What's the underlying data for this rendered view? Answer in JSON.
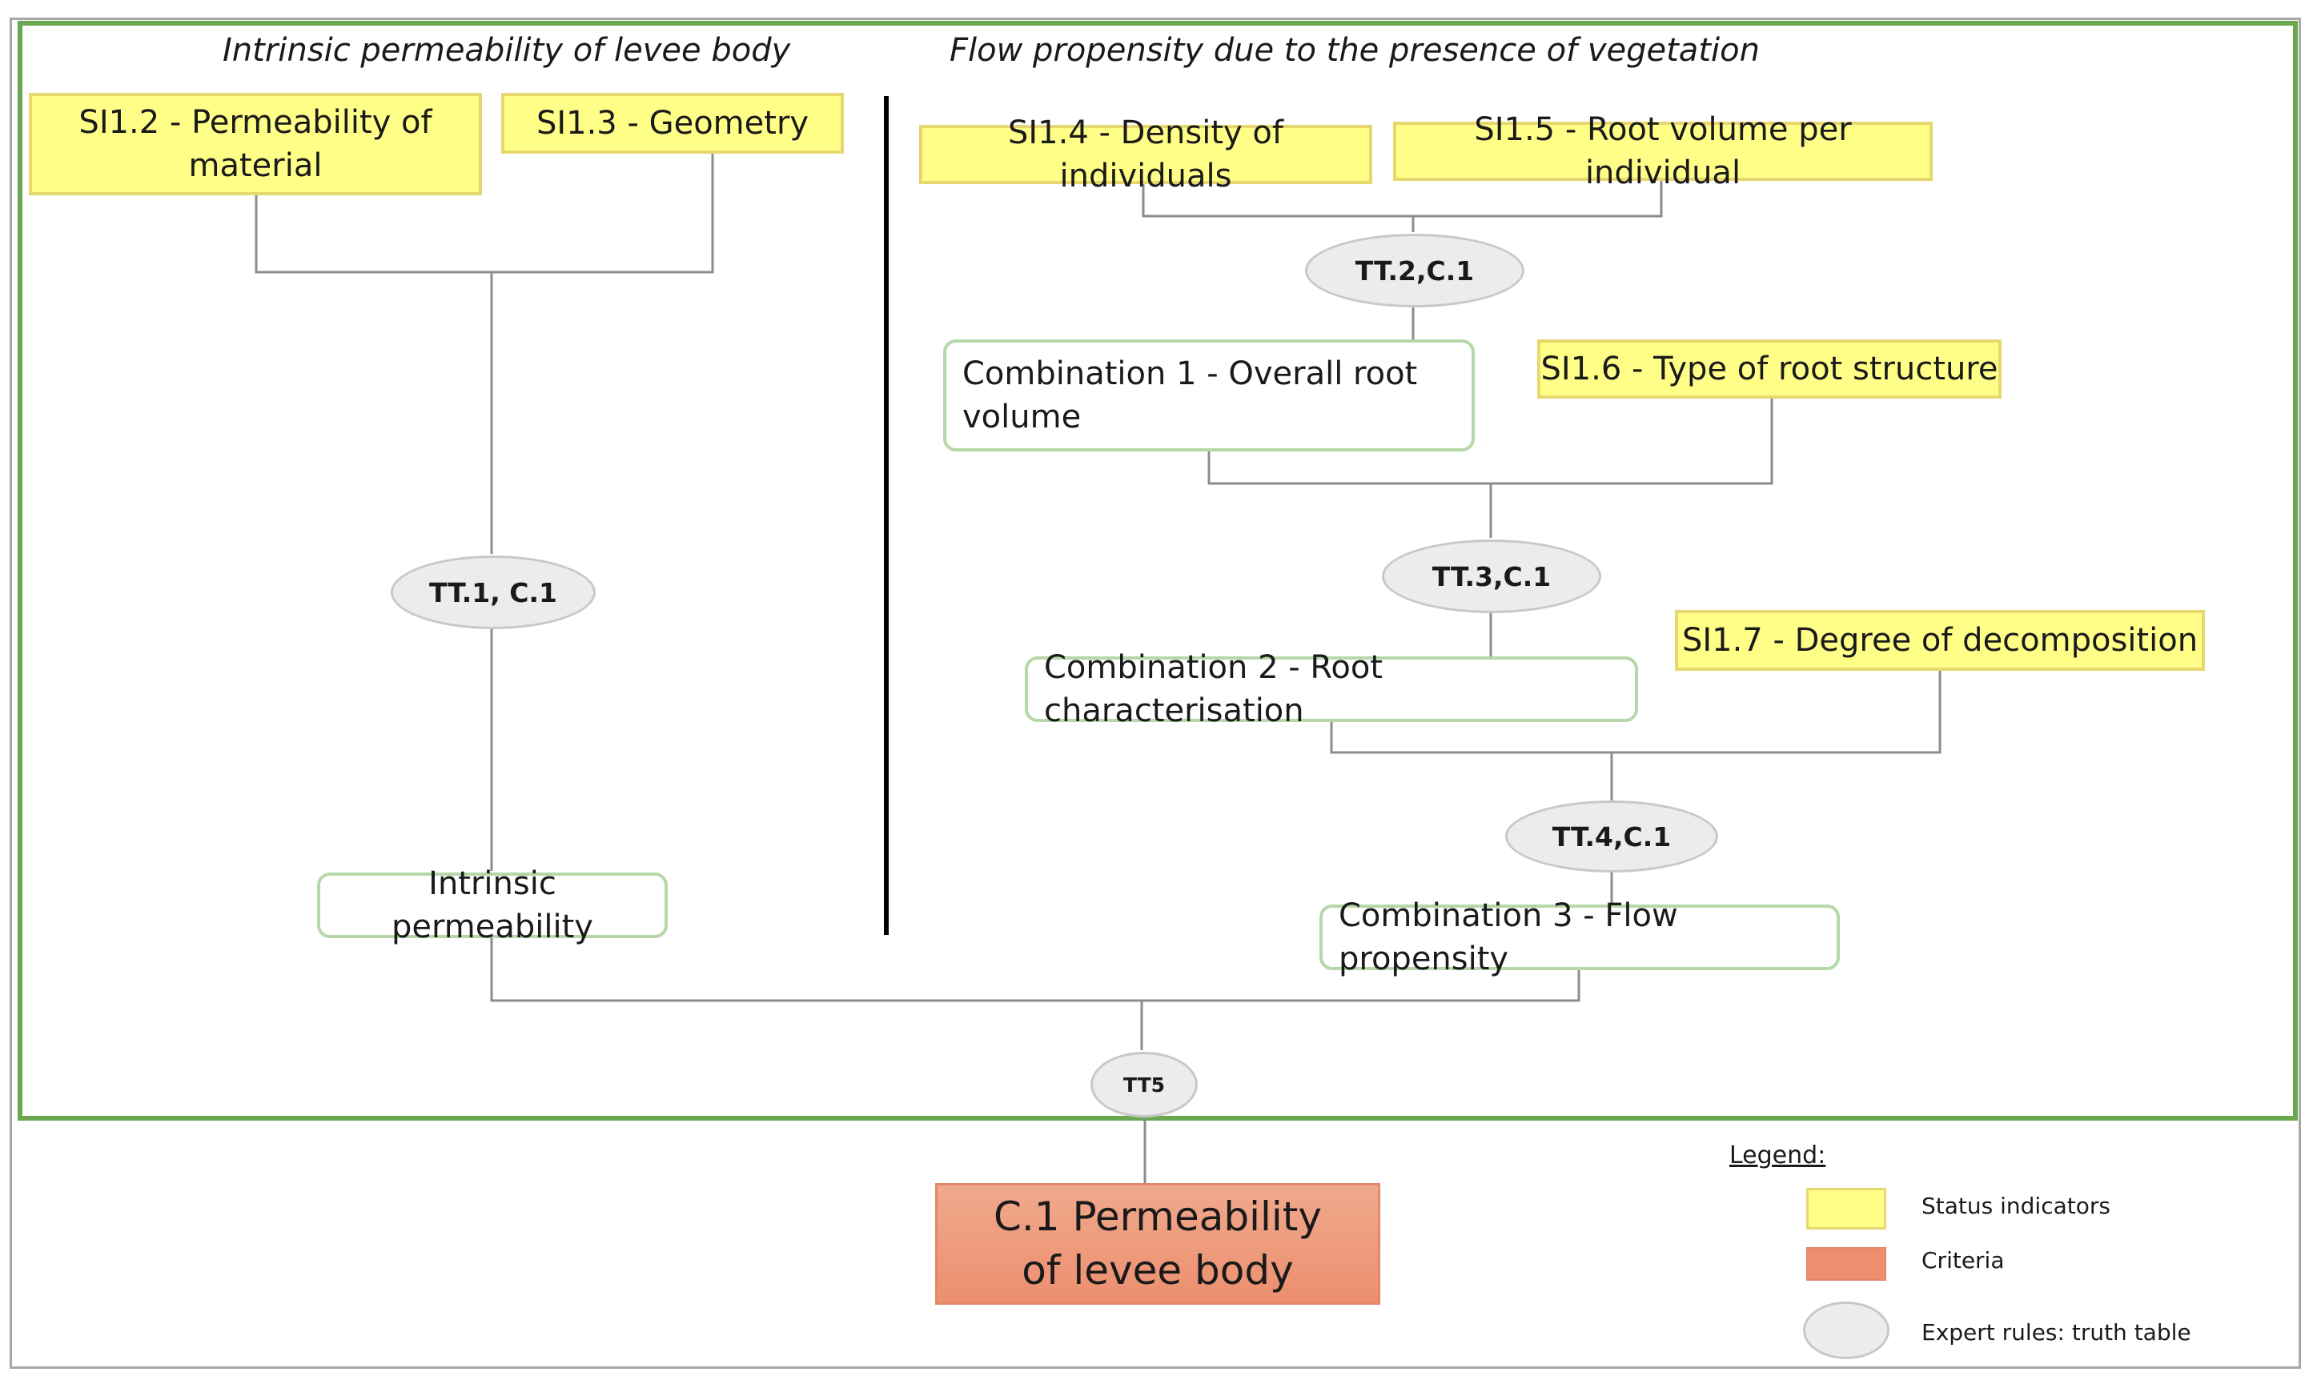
{
  "headings": {
    "left": "Intrinsic permeability of levee body",
    "right": "Flow propensity due to the presence of vegetation"
  },
  "status_indicators": {
    "si12": "SI1.2 - Permeability of material",
    "si13": "SI1.3 - Geometry",
    "si14": "SI1.4 - Density of individuals",
    "si15": "SI1.5 - Root volume per individual",
    "si16": "SI1.6 - Type of root structure",
    "si17": "SI1.7 -  Degree of decomposition"
  },
  "combinations": {
    "c1": "Combination 1 - Overall root volume",
    "c2": "Combination 2 - Root characterisation",
    "c3": "Combination 3 - Flow propensity",
    "intrinsic": "Intrinsic permeability"
  },
  "truth_tables": {
    "tt1": "TT.1, C.1",
    "tt2": "TT.2,C.1",
    "tt3": "TT.3,C.1",
    "tt4": "TT.4,C.1",
    "tt5": "TT5"
  },
  "criteria": {
    "label": "C.1 Permeability of levee body"
  },
  "legend": {
    "title": "Legend:",
    "status_indicators": "Status indicators",
    "criteria": "Criteria",
    "expert_rules": "Expert rules: truth table"
  },
  "colors": {
    "status_indicator_fill": "#ffff88",
    "criteria_fill": "#ec8f6f",
    "combination_border": "#b6d7a8",
    "frame_green": "#6aa84f",
    "oval_fill": "#ececec"
  }
}
